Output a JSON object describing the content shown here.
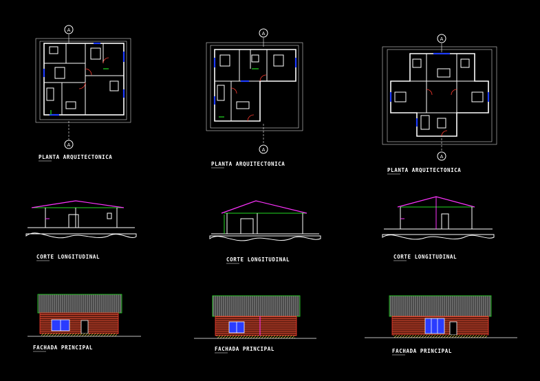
{
  "colors": {
    "background": "#000000",
    "wall": "#ffffff",
    "dimension": "#ffffff",
    "window": "#1e3cff",
    "door": "#ff3b2f",
    "ground_green": "#22dd22",
    "magenta": "#ff33ff",
    "roof_grey": "#9a9a9a",
    "brick": "#c8402a",
    "glass": "#2a3cff",
    "ground_yellow": "#e6d23a"
  },
  "plan_labels": [
    "PLANTA ARQUITECTONICA",
    "PLANTA ARQUITECTONICA",
    "PLANTA ARQUITECTONICA"
  ],
  "section_labels": [
    "CORTE LONGITUDINAL",
    "CORTE LONGITUDINAL",
    "CORTE LONGITUDINAL"
  ],
  "facade_labels": [
    "FACHADA PRINCIPAL",
    "FACHADA PRINCIPAL",
    "FACHADA PRINCIPAL"
  ],
  "axis_marker": "A"
}
